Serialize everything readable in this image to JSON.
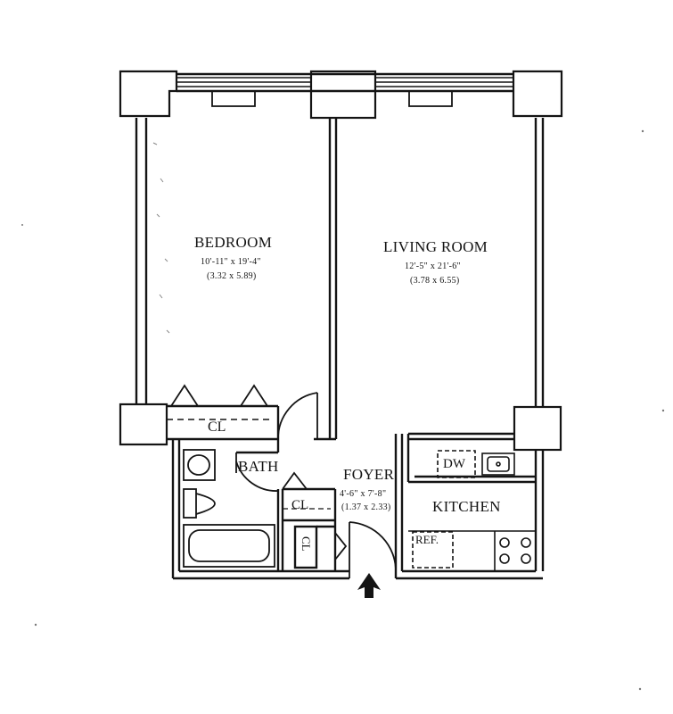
{
  "rooms": {
    "bedroom": {
      "name": "BEDROOM",
      "dims_imperial": "10'-11\" x 19'-4\"",
      "dims_metric": "(3.32 x 5.89)"
    },
    "living_room": {
      "name": "LIVING ROOM",
      "dims_imperial": "12'-5\" x 21'-6\"",
      "dims_metric": "(3.78 x 6.55)"
    },
    "foyer": {
      "name": "FOYER",
      "dims_imperial": "4'-6\" x 7'-8\"",
      "dims_metric": "(1.37 x 2.33)"
    },
    "bath": {
      "name": "BATH"
    },
    "kitchen": {
      "name": "KITCHEN"
    }
  },
  "fixtures": {
    "closet_bedroom": "CL",
    "closet_foyer": "CL",
    "closet_small": "CL",
    "dishwasher": "DW",
    "refrigerator": "REF."
  },
  "icons": {
    "entry": "entry-arrow-icon"
  },
  "colors": {
    "line": "#141414",
    "background": "#ffffff"
  }
}
